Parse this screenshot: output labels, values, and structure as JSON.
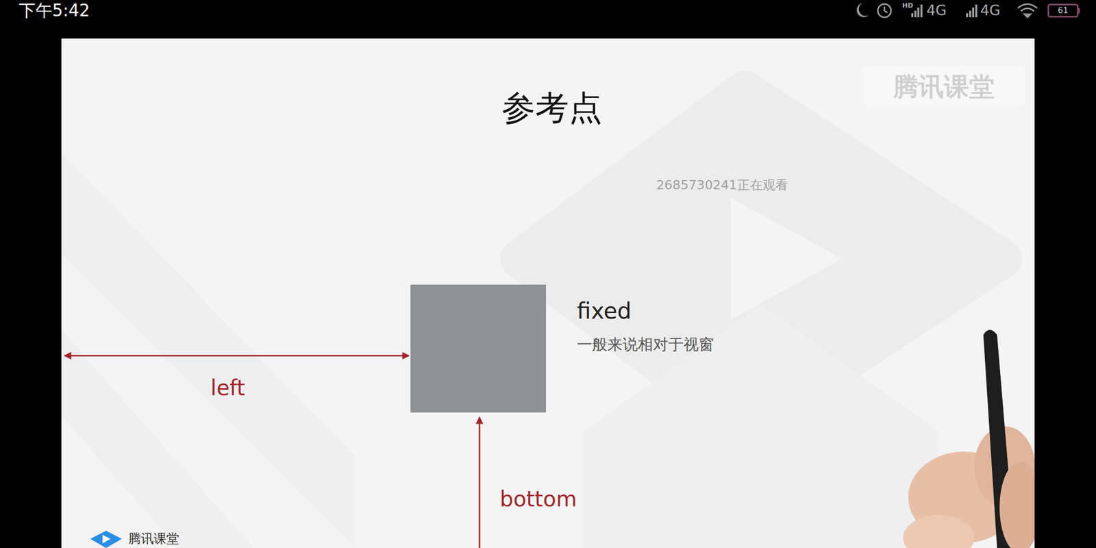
{
  "diagram": {
    "title": "参考点",
    "labels": [
      "下午5:42",
      "HD",
      "4G",
      "4G",
      "61",
      "腾讯课堂",
      "2685730241正在观看",
      "fixed",
      "一般来说相对于视窗",
      "left",
      "bottom",
      "腾讯课堂"
    ]
  }
}
